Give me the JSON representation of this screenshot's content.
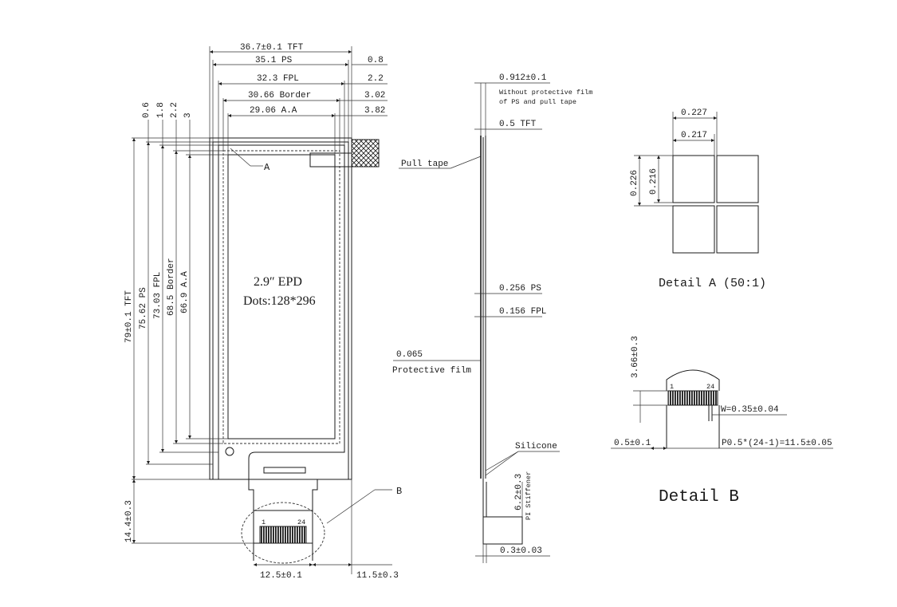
{
  "front_view": {
    "dims_top": {
      "tft_width": "36.7±0.1 TFT",
      "ps_width": "35.1 PS",
      "fpl_width": "32.3 FPL",
      "border_width": "30.66 Border",
      "aa_width": "29.06 A.A",
      "r1": "0.8",
      "r2": "2.2",
      "r3": "3.02",
      "r4": "3.82"
    },
    "dims_top_left": {
      "v1": "0.6",
      "v2": "1.8",
      "v3": "2.2",
      "v4": "3"
    },
    "dims_left": {
      "tft_height": "79±0.1 TFT",
      "ps_height": "75.62 PS",
      "fpl_height": "73.03 FPL",
      "border_height": "68.5 Border",
      "aa_height": "66.9 A.A",
      "tail_height": "14.4±0.3"
    },
    "center_title": "2.9″ EPD",
    "center_dots": "Dots:128*296",
    "callout_a": "A",
    "callout_b": "B",
    "connector_pin_1": "1",
    "connector_pin_24": "24",
    "dim_bottom_left": "12.5±0.1",
    "dim_bottom_right": "11.5±0.3"
  },
  "side_view": {
    "total_thickness": "0.912±0.1",
    "note_line1": "Without protective film",
    "note_line2": "of PS and pull tape",
    "tft": "0.5 TFT",
    "pull_tape": "Pull tape",
    "ps": "0.256 PS",
    "fpl": "0.156 FPL",
    "protective_value": "0.065",
    "protective_label": "Protective film",
    "silicone": "Silicone",
    "stiffener_len": "6.2±0.3",
    "stiffener_label": "PI Stiffener",
    "stiffener_thk": "0.3±0.03"
  },
  "detail_a": {
    "w_outer": "0.227",
    "w_inner": "0.217",
    "h_outer": "0.226",
    "h_inner": "0.216",
    "title": "Detail A (50:1)"
  },
  "detail_b": {
    "height": "3.66±0.3",
    "pin_1": "1",
    "pin_24": "24",
    "width": "W=0.35±0.04",
    "offset": "0.5±0.1",
    "pitch": "P0.5*(24-1)=11.5±0.05",
    "title": "Detail B"
  }
}
